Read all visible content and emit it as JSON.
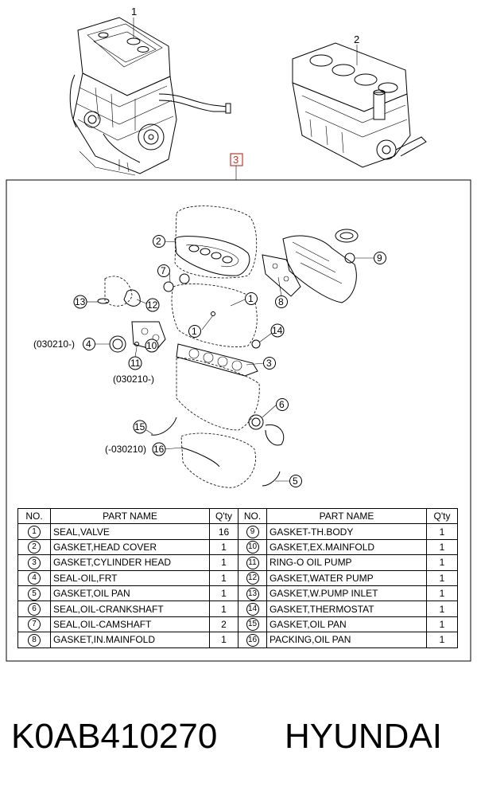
{
  "callouts": {
    "engine": "1",
    "block": "2",
    "kit": "3"
  },
  "kit_labels": {
    "n2": "2",
    "n7": "7",
    "n13": "13",
    "n12": "12",
    "n1a": "1",
    "n1b": "1",
    "n9": "9",
    "n8": "8",
    "n4": "4",
    "n10": "10",
    "n11": "11",
    "n14": "14",
    "n3": "3",
    "n6": "6",
    "n15": "15",
    "n16": "16",
    "n5": "5",
    "d4": "(030210-)",
    "d11": "(030210-)",
    "d16": "(-030210)"
  },
  "table": {
    "headers": [
      "NO.",
      "PART NAME",
      "Q'ty",
      "NO.",
      "PART NAME",
      "Q'ty"
    ],
    "rows": [
      {
        "no1": "1",
        "name1": "SEAL,VALVE",
        "qty1": "16",
        "no2": "9",
        "name2": "GASKET-TH.BODY",
        "qty2": "1"
      },
      {
        "no1": "2",
        "name1": "GASKET,HEAD COVER",
        "qty1": "1",
        "no2": "10",
        "name2": "GASKET,EX.MAINFOLD",
        "qty2": "1"
      },
      {
        "no1": "3",
        "name1": "GASKET,CYLINDER HEAD",
        "qty1": "1",
        "no2": "11",
        "name2": "RING-O OIL PUMP",
        "qty2": "1"
      },
      {
        "no1": "4",
        "name1": "SEAL-OIL,FRT",
        "qty1": "1",
        "no2": "12",
        "name2": "GASKET,WATER PUMP",
        "qty2": "1"
      },
      {
        "no1": "5",
        "name1": "GASKET,OIL PAN",
        "qty1": "1",
        "no2": "13",
        "name2": "GASKET,W.PUMP INLET",
        "qty2": "1"
      },
      {
        "no1": "6",
        "name1": "SEAL,OIL-CRANKSHAFT",
        "qty1": "1",
        "no2": "14",
        "name2": "GASKET,THERMOSTAT",
        "qty2": "1"
      },
      {
        "no1": "7",
        "name1": "SEAL,OIL-CAMSHAFT",
        "qty1": "2",
        "no2": "15",
        "name2": "GASKET,OIL PAN",
        "qty2": "1"
      },
      {
        "no1": "8",
        "name1": "GASKET,IN.MAINFOLD",
        "qty1": "1",
        "no2": "16",
        "name2": "PACKING,OIL PAN",
        "qty2": "1"
      }
    ]
  },
  "footer": {
    "part_number": "K0AB410270",
    "brand": "HYUNDAI"
  },
  "colors": {
    "callout_box": "#c0392b",
    "line": "#000000",
    "background": "#ffffff"
  }
}
